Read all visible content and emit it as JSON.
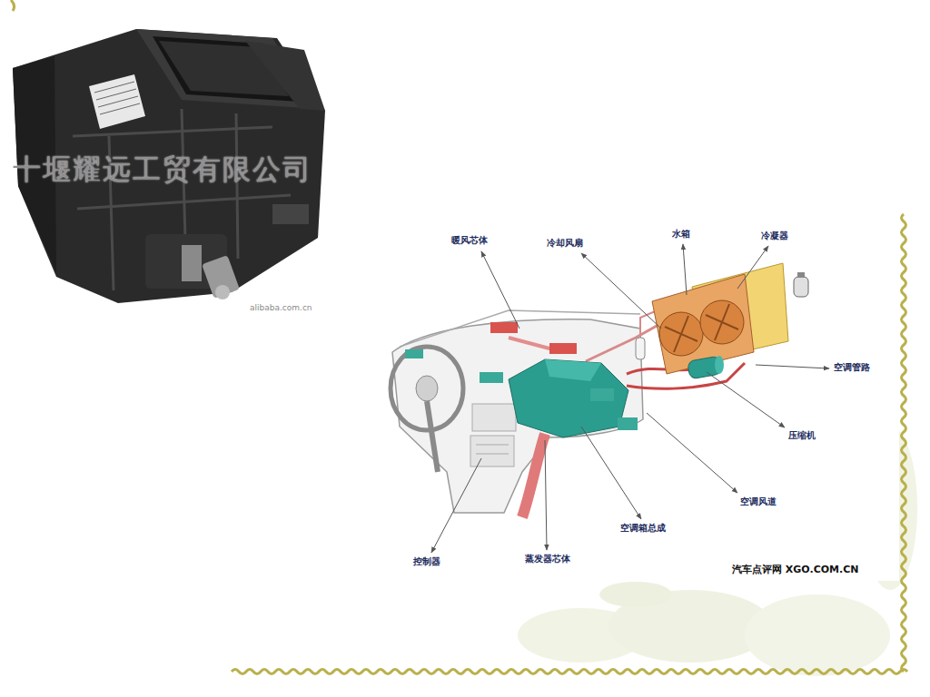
{
  "diagram": {
    "labels": [
      "十堰耀远工贸有限公司",
      "alibaba.com.cn",
      "暖风芯体",
      "冷却风扇",
      "水箱",
      "冷凝器",
      "空调管路",
      "压缩机",
      "空调风道",
      "空调箱总成",
      "蒸发器芯体",
      "控制器",
      "汽车点评网 XGO.COM.CN"
    ]
  }
}
